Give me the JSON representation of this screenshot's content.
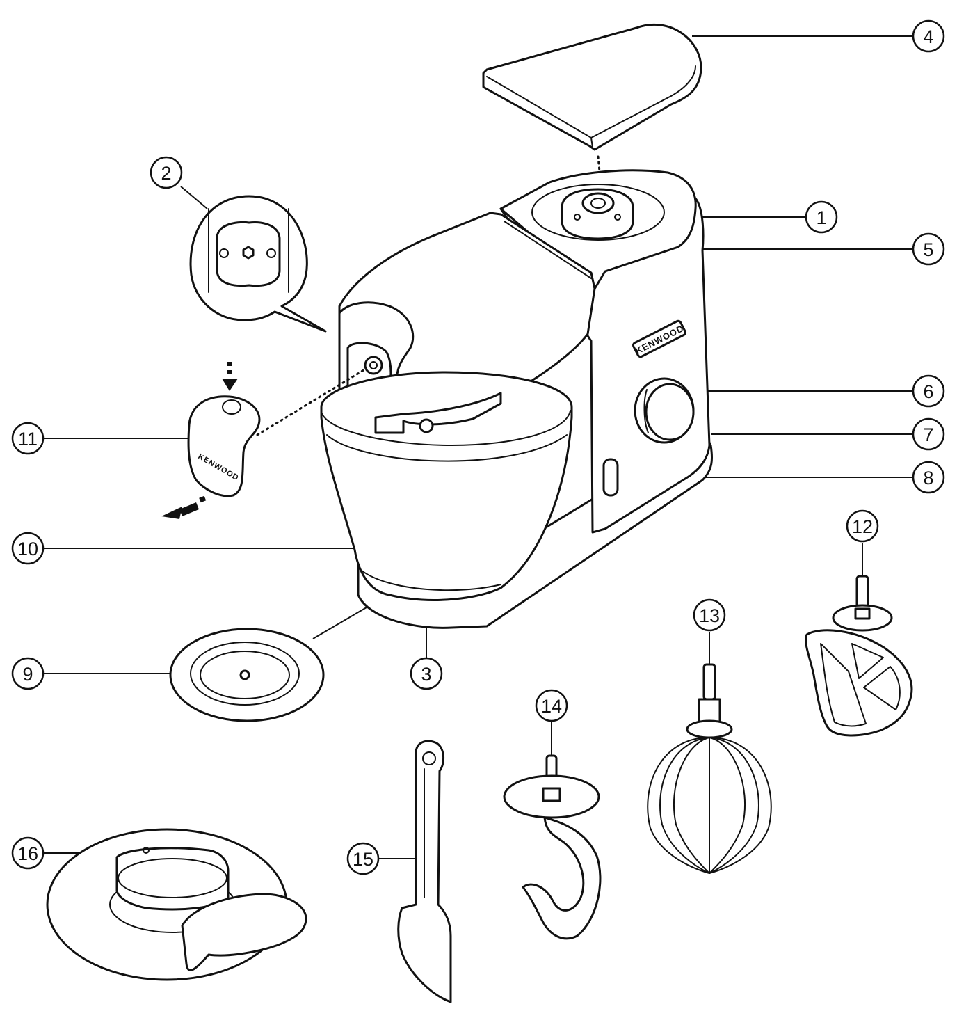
{
  "diagram": {
    "brand_label": "KENWOOD",
    "callouts": [
      {
        "id": "1",
        "label": "1"
      },
      {
        "id": "2",
        "label": "2"
      },
      {
        "id": "3",
        "label": "3"
      },
      {
        "id": "4",
        "label": "4"
      },
      {
        "id": "5",
        "label": "5"
      },
      {
        "id": "6",
        "label": "6"
      },
      {
        "id": "7",
        "label": "7"
      },
      {
        "id": "8",
        "label": "8"
      },
      {
        "id": "9",
        "label": "9"
      },
      {
        "id": "10",
        "label": "10"
      },
      {
        "id": "11",
        "label": "11"
      },
      {
        "id": "12",
        "label": "12"
      },
      {
        "id": "13",
        "label": "13"
      },
      {
        "id": "14",
        "label": "14"
      },
      {
        "id": "15",
        "label": "15"
      },
      {
        "id": "16",
        "label": "16"
      }
    ]
  }
}
